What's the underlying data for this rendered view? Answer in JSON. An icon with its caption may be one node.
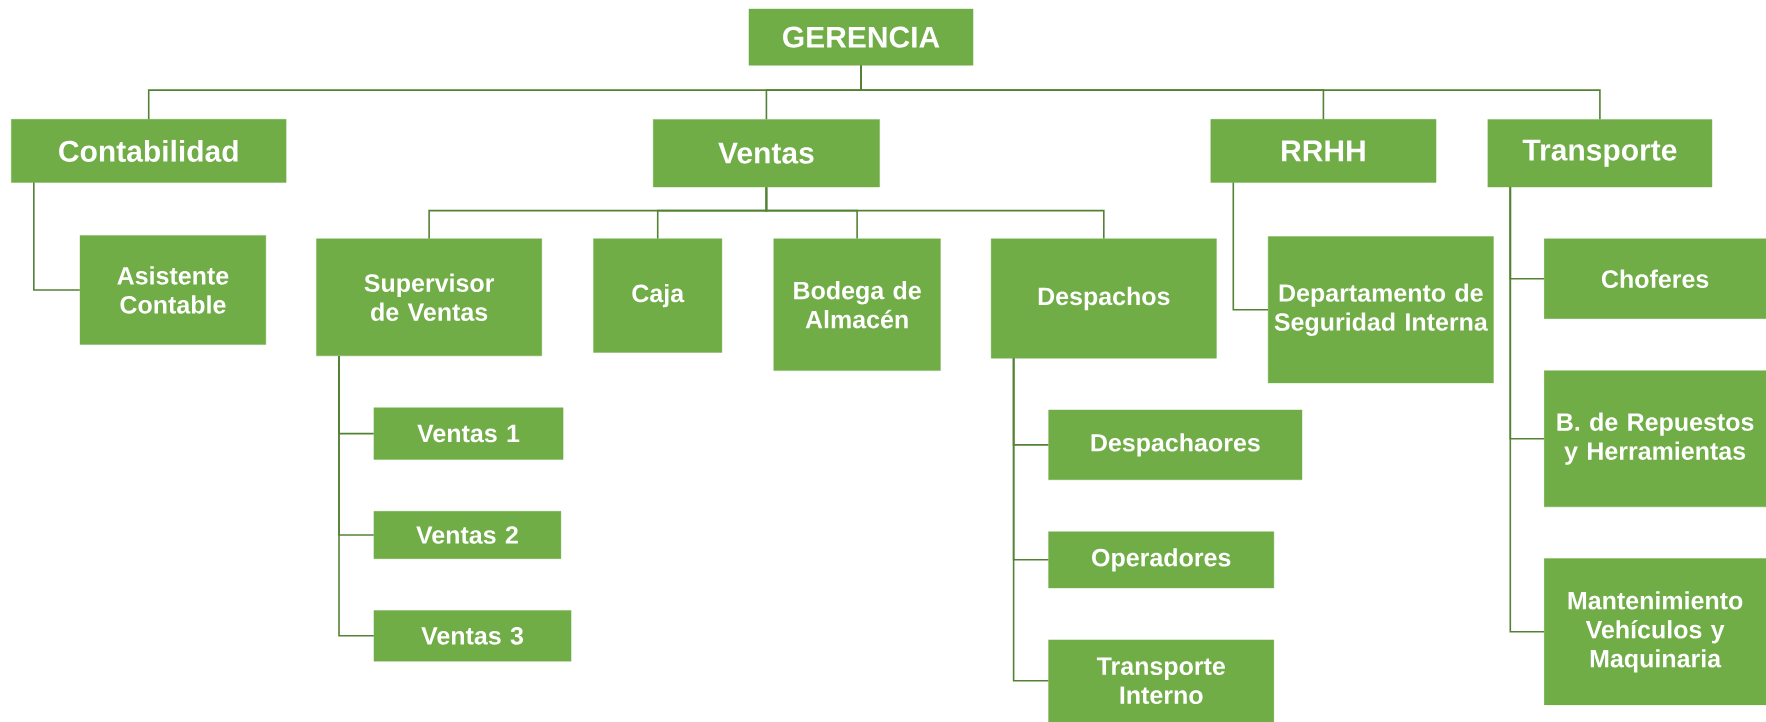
{
  "diagram": {
    "nodes": [
      {
        "text": [
          "GERENCIA"
        ]
      },
      {
        "text": [
          "Contabilidad"
        ]
      },
      {
        "text": [
          "Asistente Contable"
        ]
      },
      {
        "text": [
          "Ventas"
        ]
      },
      {
        "text": [
          "Supervisor de Ventas"
        ]
      },
      {
        "text": [
          "Ventas 1"
        ]
      },
      {
        "text": [
          "Ventas 2"
        ]
      },
      {
        "text": [
          "Ventas 3"
        ]
      },
      {
        "text": [
          "Caja"
        ]
      },
      {
        "text": [
          "Bodega de Almacén"
        ]
      },
      {
        "text": [
          "Despachos"
        ]
      },
      {
        "text": [
          "Despachaores"
        ]
      },
      {
        "text": [
          "Operadores"
        ]
      },
      {
        "text": [
          "Transporte Interno"
        ]
      },
      {
        "text": [
          "RRHH"
        ]
      },
      {
        "text": [
          "Departamento de Seguridad Interna"
        ]
      },
      {
        "text": [
          "Transporte"
        ]
      },
      {
        "text": [
          "Choferes"
        ]
      },
      {
        "text": [
          "B. de Repuestos y Herramientas"
        ]
      },
      {
        "text": [
          "Mantenimiento Vehículos y Maquinaria"
        ]
      }
    ],
    "edges": [
      {
        "from": 0,
        "to": 1,
        "arrow": "none"
      },
      {
        "from": 0,
        "to": 3,
        "arrow": "none"
      },
      {
        "from": 0,
        "to": 14,
        "arrow": "none"
      },
      {
        "from": 0,
        "to": 16,
        "arrow": "none"
      },
      {
        "from": 1,
        "to": 2,
        "arrow": "none"
      },
      {
        "from": 3,
        "to": 4,
        "arrow": "none"
      },
      {
        "from": 3,
        "to": 8,
        "arrow": "none"
      },
      {
        "from": 3,
        "to": 9,
        "arrow": "none"
      },
      {
        "from": 3,
        "to": 10,
        "arrow": "none"
      },
      {
        "from": 4,
        "to": 5,
        "arrow": "none"
      },
      {
        "from": 4,
        "to": 6,
        "arrow": "none"
      },
      {
        "from": 4,
        "to": 7,
        "arrow": "none"
      },
      {
        "from": 10,
        "to": 11,
        "arrow": "none"
      },
      {
        "from": 10,
        "to": 12,
        "arrow": "none"
      },
      {
        "from": 10,
        "to": 13,
        "arrow": "none"
      },
      {
        "from": 14,
        "to": 15,
        "arrow": "none"
      },
      {
        "from": 16,
        "to": 17,
        "arrow": "none"
      },
      {
        "from": 16,
        "to": 18,
        "arrow": "none"
      },
      {
        "from": 16,
        "to": 19,
        "arrow": "none"
      }
    ]
  }
}
